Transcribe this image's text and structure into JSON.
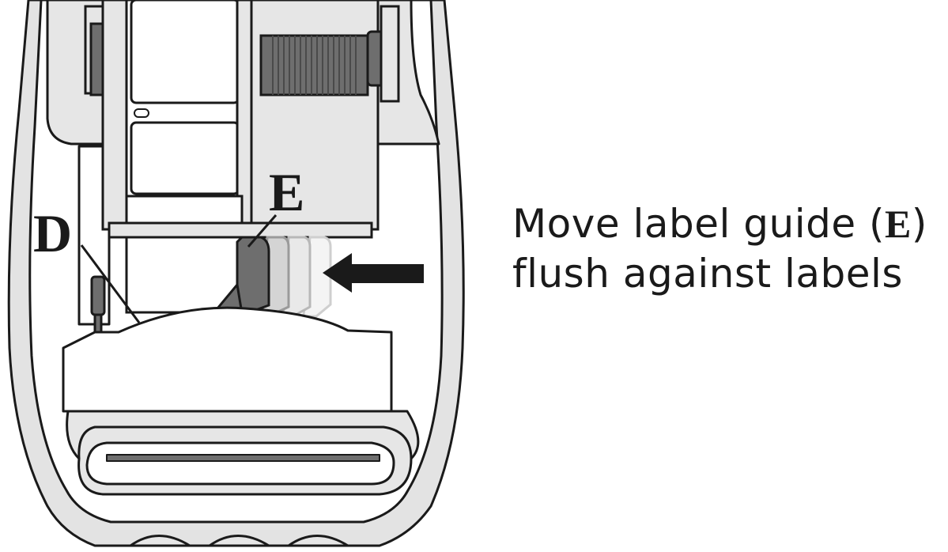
{
  "callouts": {
    "label_d": "D",
    "label_e": "E"
  },
  "caption": {
    "line1_before": "Move label guide (",
    "line1_ref": "E",
    "line1_after": ")",
    "line2": "flush against labels"
  },
  "icons": {
    "arrow": "arrow-left-icon"
  },
  "colors": {
    "outline": "#1a1a1a",
    "light_gray": "#e6e6e6",
    "mid_gray": "#bdbdbd",
    "dark_gray": "#6e6e6e",
    "white": "#ffffff"
  }
}
